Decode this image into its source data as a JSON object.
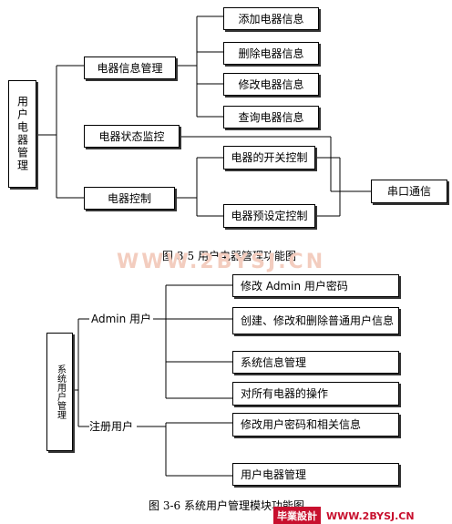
{
  "figure1": {
    "root": "用户电器管理",
    "branches": [
      "电器信息管理",
      "电器状态监控",
      "电器控制"
    ],
    "info_items": [
      "添加电器信息",
      "删除电器信息",
      "修改电器信息",
      "查询电器信息"
    ],
    "control_items": [
      "电器的开关控制",
      "电器预设定控制"
    ],
    "serial": "串口通信",
    "caption": "图 3-5  用户电器管理功能图"
  },
  "watermark": "WWW.2BYSJ.CN",
  "figure2": {
    "root": "系统用户管理",
    "admin_label": "Admin 用户",
    "registered_label": "注册用户",
    "admin_items": [
      "修改 Admin 用户密码",
      "创建、修改和删除普通用户信息",
      "系统信息管理",
      "对所有电器的操作"
    ],
    "user_items": [
      "修改用户密码和相关信息",
      "用户电器管理"
    ],
    "caption": "图 3-6  系统用户管理模块功能图"
  },
  "footer": {
    "logo_text": "毕業設計",
    "site": "WWW.2BYSJ.CN"
  }
}
